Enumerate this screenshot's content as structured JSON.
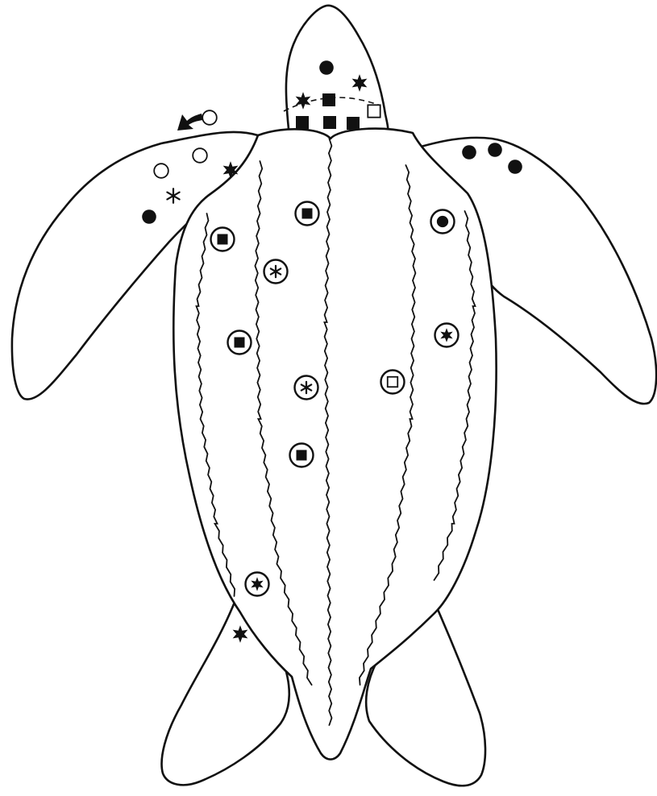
{
  "figure": {
    "subject": "leatherback-turtle-dorsal-view",
    "colors": {
      "ink": "#111111",
      "paper": "#ffffff"
    }
  },
  "markers": [
    {
      "type": "filled-circle"
    },
    {
      "type": "filled-star"
    },
    {
      "type": "filled-star"
    },
    {
      "type": "filled-square"
    },
    {
      "type": "open-square"
    },
    {
      "type": "filled-square"
    },
    {
      "type": "filled-square"
    },
    {
      "type": "filled-square"
    },
    {
      "type": "open-circle"
    },
    {
      "type": "open-circle"
    },
    {
      "type": "open-circle"
    },
    {
      "type": "filled-star"
    },
    {
      "type": "asterisk"
    },
    {
      "type": "filled-circle"
    },
    {
      "type": "filled-circle"
    },
    {
      "type": "filled-circle"
    },
    {
      "type": "filled-circle"
    },
    {
      "type": "ringed-filled-square"
    },
    {
      "type": "ringed-filled-circle"
    },
    {
      "type": "ringed-filled-square"
    },
    {
      "type": "ringed-asterisk"
    },
    {
      "type": "ringed-filled-square"
    },
    {
      "type": "ringed-filled-star"
    },
    {
      "type": "ringed-asterisk"
    },
    {
      "type": "ringed-open-square"
    },
    {
      "type": "ringed-filled-square"
    },
    {
      "type": "ringed-filled-star"
    },
    {
      "type": "filled-star"
    },
    {
      "type": "curved-arrow"
    }
  ]
}
